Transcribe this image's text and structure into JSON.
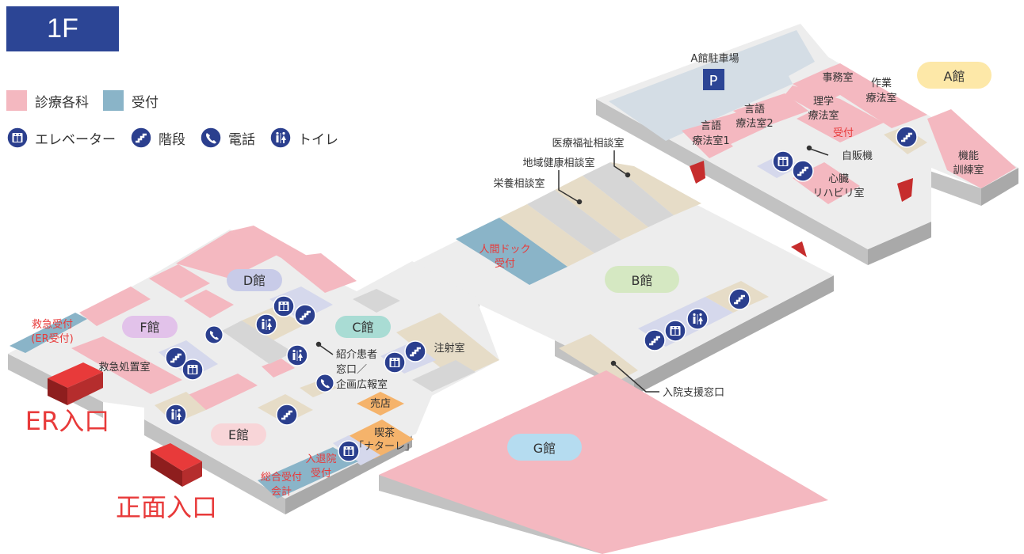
{
  "floor": "1F",
  "legend": {
    "clinical": "診療各科",
    "reception": "受付",
    "elevator": "エレベーター",
    "stairs": "階段",
    "phone": "電話",
    "toilet": "トイレ"
  },
  "colors": {
    "clinical": "#f4b8c0",
    "reception": "#8ab4c8",
    "icon": "#2b3f8e",
    "entrance": "#e83a3a",
    "shop": "#f5b36b"
  },
  "buildings": {
    "a": "A館",
    "b": "B館",
    "c": "C館",
    "d": "D館",
    "e": "E館",
    "f": "F館",
    "g": "G館"
  },
  "rooms": {
    "parking": "A館駐車場",
    "parking_p": "P",
    "office": "事務室",
    "ot": [
      "作業",
      "療法室"
    ],
    "pt": [
      "理学",
      "療法室"
    ],
    "st2": [
      "言語",
      "療法室2"
    ],
    "st1": [
      "言語",
      "療法室1"
    ],
    "a_reception": "受付",
    "vending": "自販機",
    "cardiac": [
      "心臓",
      "リハビリ室"
    ],
    "functional": [
      "機能",
      "訓練室"
    ],
    "welfare": "医療福祉相談室",
    "community": "地域健康相談室",
    "nutrition": "栄養相談室",
    "dock": [
      "人間ドック",
      "受付"
    ],
    "admission_support": "入院支援窓口",
    "er_reception": [
      "救急受付",
      "(ER受付)"
    ],
    "er_room": "救急処置室",
    "referral": [
      "紹介患者",
      "窓口／",
      "企画広報室"
    ],
    "injection": "注射室",
    "shop": "売店",
    "cafe": [
      "喫茶",
      "「ナターレ」"
    ],
    "admit_discharge": [
      "入退院",
      "受付"
    ],
    "general_reception": [
      "総合受付",
      "会計"
    ]
  },
  "entrances": {
    "er": "ER入口",
    "main": "正面入口"
  }
}
